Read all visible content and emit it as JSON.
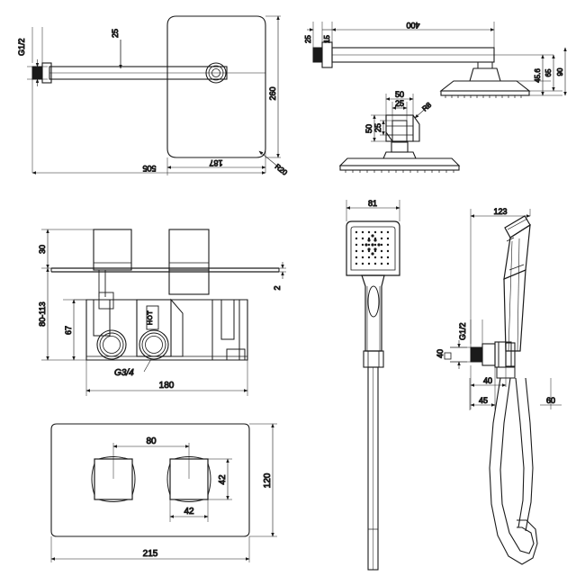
{
  "sheet": {
    "type": "technical-drawing",
    "title": "Shower set technical dimension drawing",
    "units": "mm",
    "line_color": "#1a1a1a",
    "background": "#ffffff",
    "view_count": 6
  },
  "views": {
    "wall_arm_front": {
      "name": "Wall shower arm with rectangular plate - side view",
      "dims": {
        "inlet_thread": "G1/2",
        "arm_tick": "25",
        "plate_height": "260",
        "plate_offset": "187",
        "overall_length": "505",
        "corner_radius": "R20"
      }
    },
    "ceiling_arm": {
      "name": "Shower arm with square rain head - side view",
      "dims": {
        "wall_plate": "25",
        "flange": "15",
        "arm_length": "400",
        "head_thickness": "45.6",
        "mid_height": "65",
        "total_height": "90"
      }
    },
    "head_detail": {
      "name": "Rain head swivel joint detail",
      "dims": {
        "outer_width": "50",
        "inner_width": "25",
        "outer_height": "50",
        "inner_height": "25",
        "radius": "R8"
      }
    },
    "valve_body": {
      "name": "Concealed thermostatic valve body - front view",
      "dims": {
        "handle_height": "30",
        "install_depth": "80-113",
        "body_height": "67",
        "plate_thickness": "2",
        "ports": "G3/4",
        "body_width": "180"
      },
      "labels": {
        "hot_marker": "HOT"
      }
    },
    "face_plate": {
      "name": "Valve cover plate - front view",
      "dims": {
        "handle_spacing": "80",
        "handle_height": "42",
        "handle_width": "42",
        "plate_height": "120",
        "plate_width": "215"
      }
    },
    "hand_shower": {
      "name": "Hand shower with hose - front view",
      "dims": {
        "head_width": "81"
      }
    },
    "shower_holder": {
      "name": "Hand shower on wall outlet holder - side view",
      "dims": {
        "depth": "123",
        "outlet_thread": "G1/2",
        "square_flange": "40",
        "bracket_offset": "40",
        "wall_offset": "45",
        "projection": "60"
      }
    }
  }
}
